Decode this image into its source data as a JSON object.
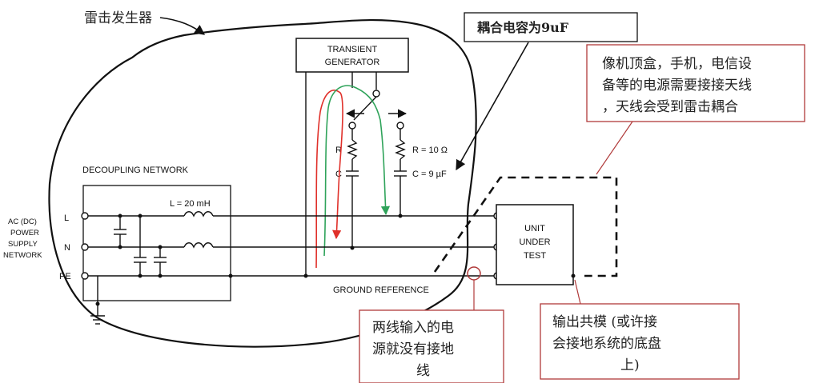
{
  "labels": {
    "generator_title": "雷击发生器",
    "transient_generator_line1": "TRANSIENT",
    "transient_generator_line2": "GENERATOR",
    "decoupling_network": "DECOUPLING NETWORK",
    "inductance": "L = 20 mH",
    "resistor_label": "R",
    "capacitor_label": "C",
    "resistor_value": "R = 10 Ω",
    "capacitor_value": "C = 9 µF",
    "supply_line1": "AC (DC)",
    "supply_line2": "POWER",
    "supply_line3": "SUPPLY",
    "supply_line4": "NETWORK",
    "line_L": "L",
    "line_N": "N",
    "line_PE": "PE",
    "ground_reference": "GROUND REFERENCE",
    "uut_line1": "UNIT",
    "uut_line2": "UNDER",
    "uut_line3": "TEST"
  },
  "callouts": {
    "coupling_cap": "耦合电容为9uF",
    "antenna_line1": "像机顶盒，手机，电信设",
    "antenna_line2": "备等的电源需要接接天线",
    "antenna_line3": "，天线会受到雷击耦合",
    "no_ground_line1": "两线输入的电",
    "no_ground_line2": "源就没有接地",
    "no_ground_line3": "线",
    "common_mode_line1": "输出共模 (或许接",
    "common_mode_line2": "会接地系统的底盘",
    "common_mode_line3": "上)"
  },
  "colors": {
    "ink": "#111111",
    "callout_border": "#b03a3a",
    "red_path": "#e0302a",
    "green_path": "#2fa35a"
  }
}
